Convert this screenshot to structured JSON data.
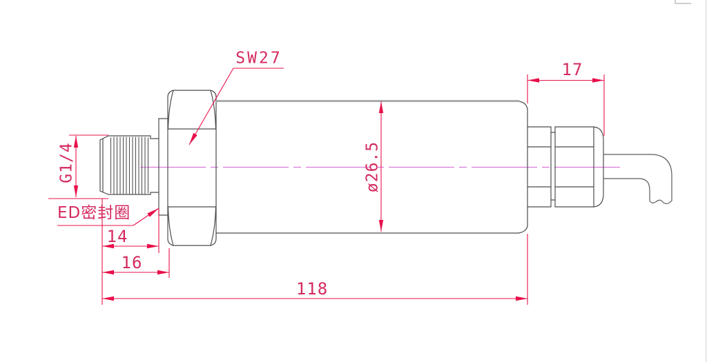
{
  "drawing": {
    "labels": {
      "wrench_size": "SW27",
      "thread_spec": "G1/4",
      "seal_ring": "ED密封圈",
      "diameter": "ø26.5"
    },
    "dimensions": {
      "thread_length": "14",
      "thread_with_seal": "16",
      "overall_length": "118",
      "gland_section": "17"
    },
    "colors": {
      "dimension_red": "#e8104a",
      "centerline_magenta": "#da7ad8",
      "outline_dark": "#4c4c4c",
      "outline_light": "#ababab"
    }
  }
}
